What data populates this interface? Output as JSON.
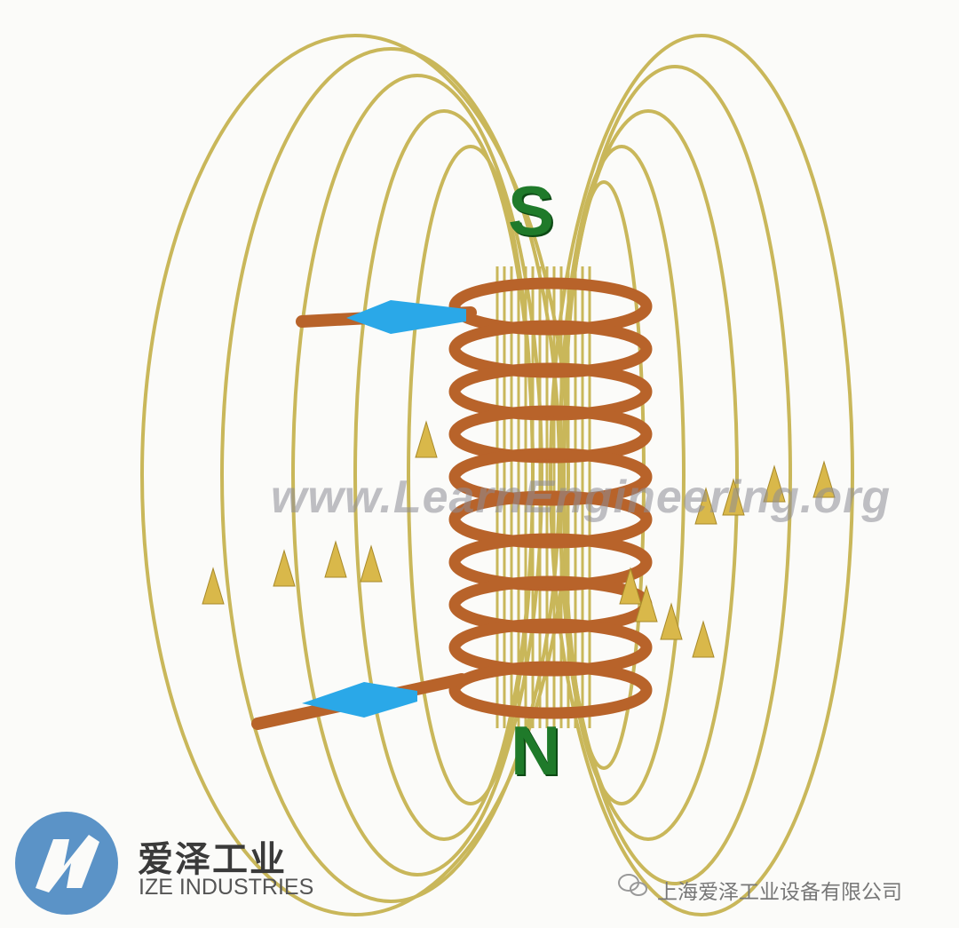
{
  "diagram": {
    "pole_top": "S",
    "pole_bottom": "N",
    "watermark": "www.LearnEngineering.org",
    "colors": {
      "field_line": "#c9b75a",
      "coil": "#b8632a",
      "current_arrow": "#2aa8e8",
      "pole": "#1f7a2a"
    }
  },
  "branding": {
    "name_cn": "爱泽工业",
    "name_en": "IZE INDUSTRIES",
    "company": "上海爱泽工业设备有限公司",
    "logo_color": "#5b93c7"
  }
}
